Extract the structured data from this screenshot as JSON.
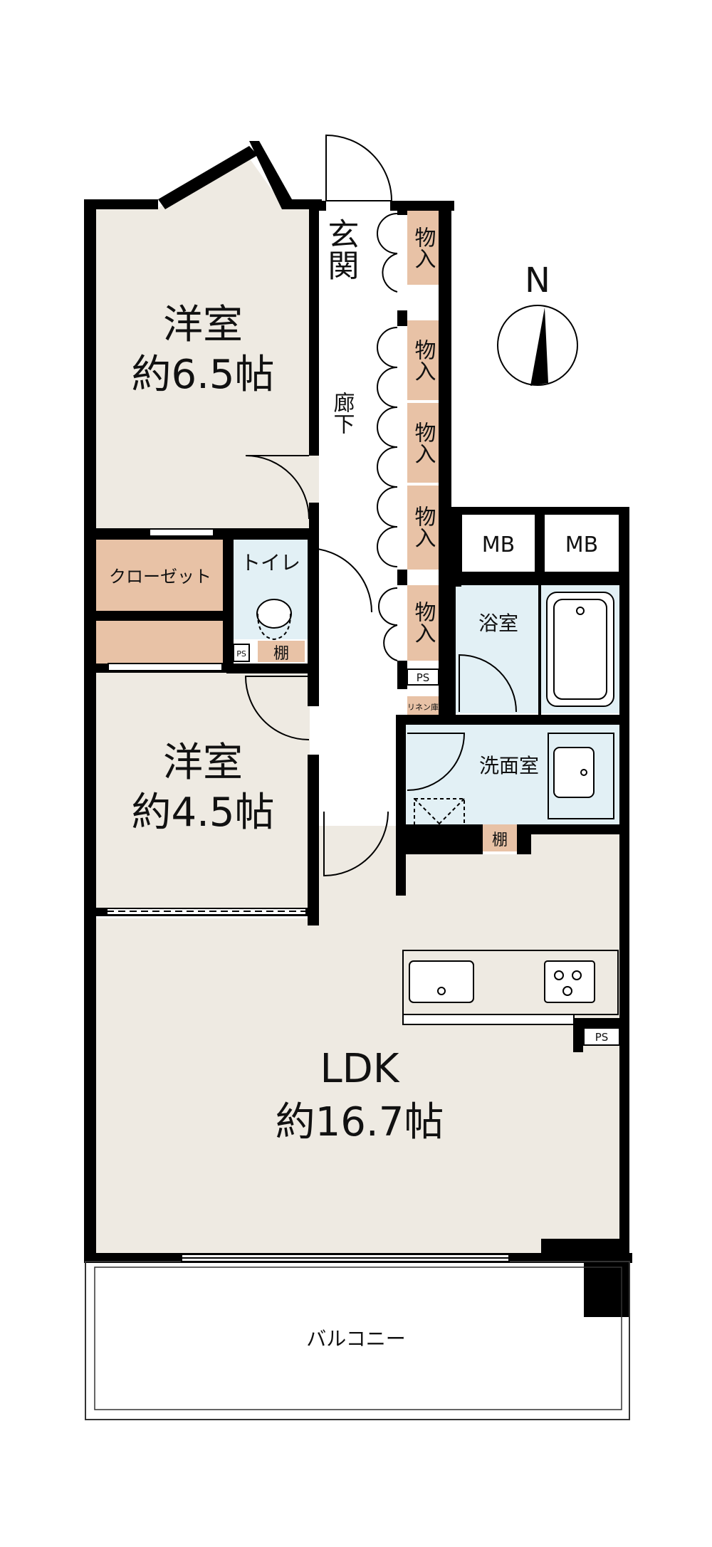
{
  "rooms": {
    "western1": {
      "name": "洋室",
      "size": "約6.5帖"
    },
    "western2": {
      "name": "洋室",
      "size": "約4.5帖"
    },
    "ldk": {
      "name": "LDK",
      "size": "約16.7帖"
    },
    "entrance": "玄関",
    "hallway": "廊下",
    "toilet": "トイレ",
    "closet": "クローゼット",
    "bath": "浴室",
    "washroom": "洗面室",
    "balcony": "バルコニー"
  },
  "storage_label": "物入",
  "shelf_label": "棚",
  "linen_label": "リネン庫",
  "mb_label": "MB",
  "ps_label": "PS",
  "compass_label": "N",
  "colors": {
    "wall": "#000000",
    "floor": "#eeeae2",
    "storage": "#e8c2a6",
    "wet": "#e2f0f5"
  }
}
